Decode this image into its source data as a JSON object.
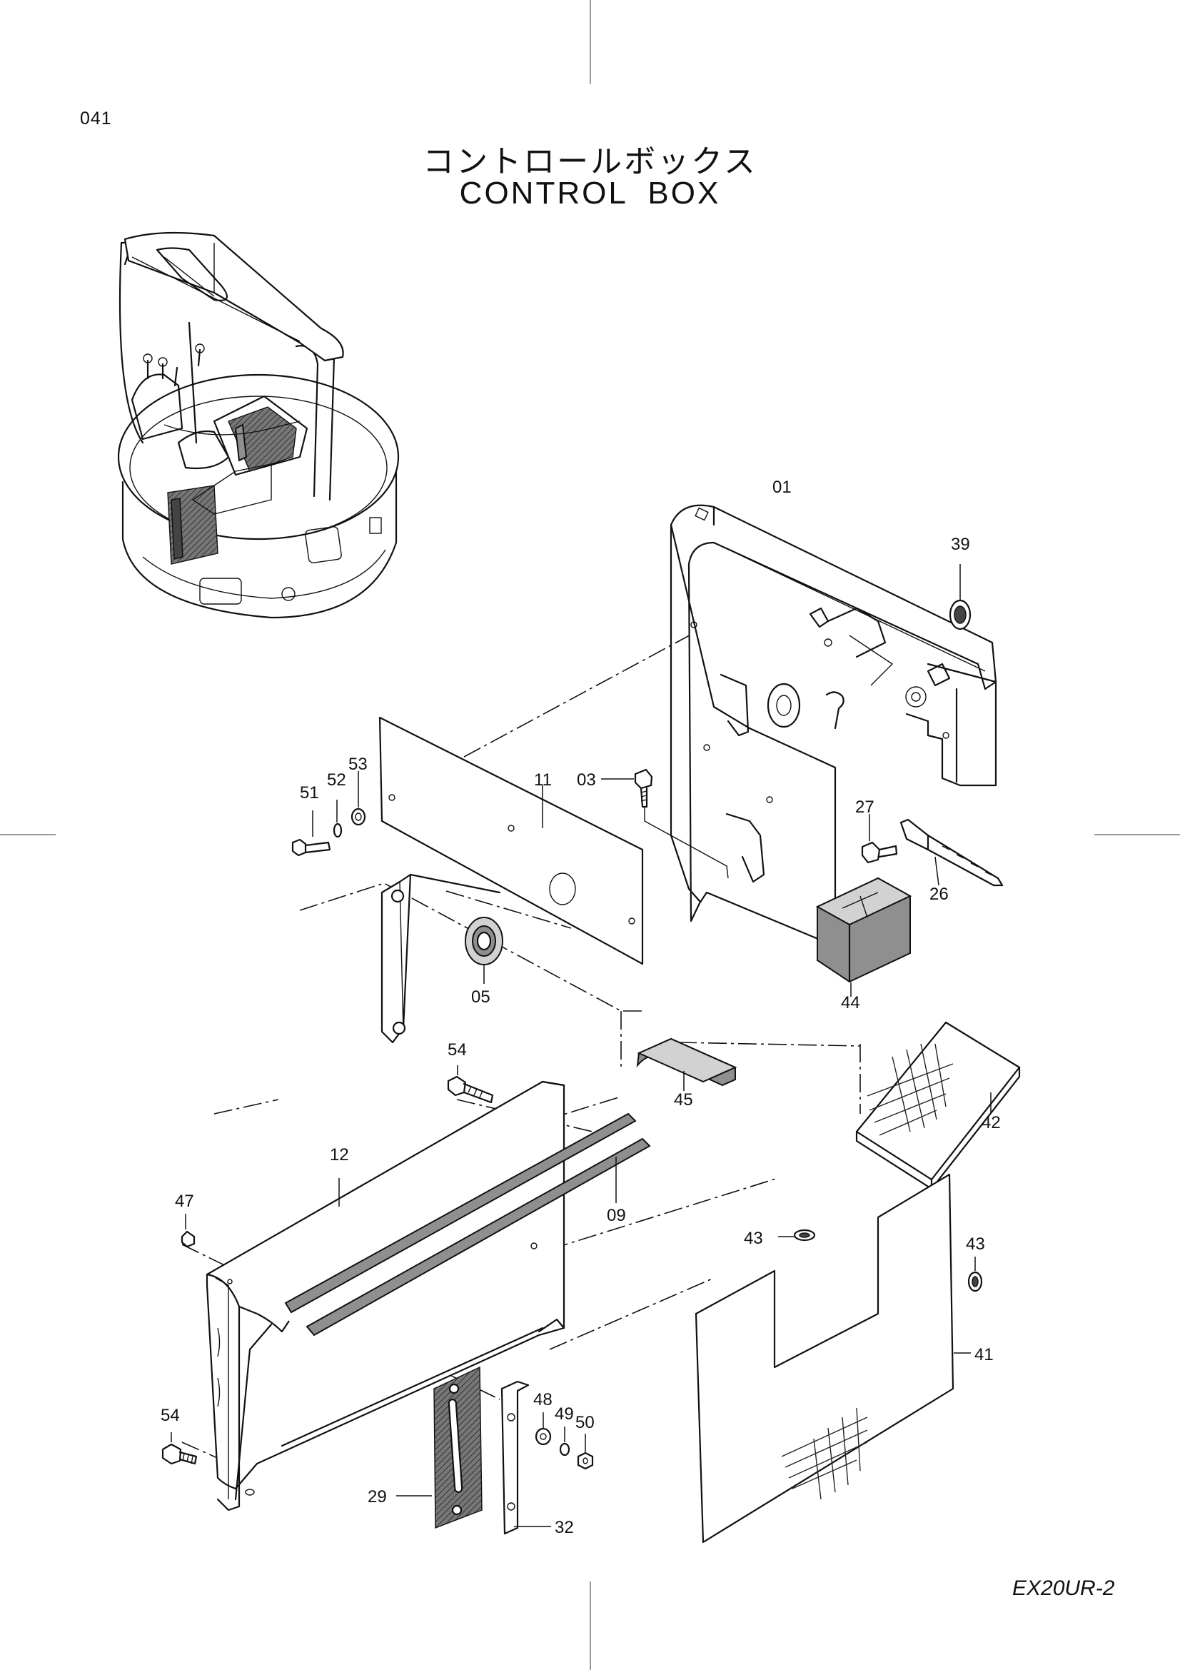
{
  "page_number": "041",
  "title_jp": "コントロールボックス",
  "title_en": "CONTROL  BOX",
  "model": "EX20UR-2",
  "parts": {
    "p01": "01",
    "p39": "39",
    "p03": "03",
    "p11": "11",
    "p51": "51",
    "p52": "52",
    "p53": "53",
    "p27": "27",
    "p26": "26",
    "p05": "05",
    "p44": "44",
    "p54a": "54",
    "p45": "45",
    "p42": "42",
    "p12": "12",
    "p47": "47",
    "p09": "09",
    "p43a": "43",
    "p43b": "43",
    "p41": "41",
    "p54b": "54",
    "p48": "48",
    "p49": "49",
    "p50": "50",
    "p29": "29",
    "p32": "32"
  }
}
